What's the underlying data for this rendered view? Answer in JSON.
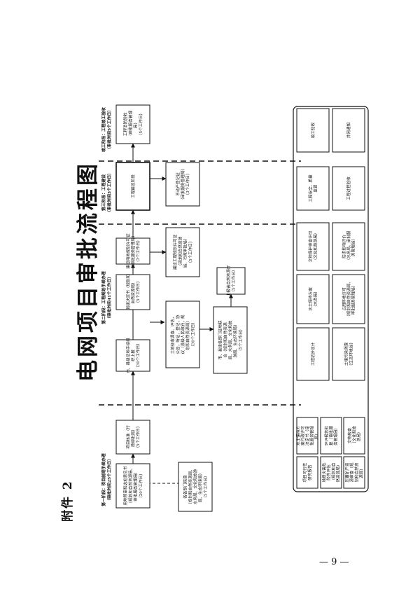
{
  "page": {
    "attachment_label": "附件 2",
    "title": "电网项目审批流程图",
    "page_number": "— 9 —"
  },
  "stages": [
    {
      "id": "s1",
      "lines": [
        "第一阶段：项目前期手续办理",
        "（审批时间25个工作日）"
      ]
    },
    {
      "id": "s2",
      "lines": [
        "第二阶段：工程规划手续办理",
        "（审批时间41个工作日）"
      ]
    },
    {
      "id": "s3",
      "lines": [
        "第三阶段：工程建设",
        "（审批时间3个工作日）"
      ]
    },
    {
      "id": "s4",
      "lines": [
        "竣工阶段：工程竣工验收",
        "（审批时间5个工作日）"
      ]
    }
  ],
  "nodes": [
    {
      "id": "n1",
      "lines": [
        "用地预审和选址意见书",
        "（规划和自然资源局、",
        "审批服务管理局）",
        "（20个工作日）"
      ]
    },
    {
      "id": "n2",
      "lines": [
        "项目核准（行",
        "政审批局）",
        "（5个工作日）"
      ]
    },
    {
      "id": "n3",
      "lines": [
        "各各部门核查",
        "（规划和自然资源局、",
        "水务局、文化和旅游",
        "局、生态环境局）",
        "（5个工作日）"
      ]
    },
    {
      "id": "n4",
      "lines": [
        "市、县级征地手续组",
        "织上报",
        "（30个工作日）"
      ]
    },
    {
      "id": "n5",
      "lines": [
        "土地征收调查、评估，",
        "公告，听证，登记，协",
        "议（县级人民政府，规",
        "划和自然资源局）",
        "（30个工作日）"
      ]
    },
    {
      "id": "n6",
      "lines": [
        "市、县级各部门征地联",
        "合（规划和自然资源",
        "局、水务局、文化和旅",
        "游局、生态环境局）",
        "（5个工作日）"
      ]
    },
    {
      "id": "n7",
      "lines": [
        "上报省自然资源厅",
        "（5个工作日）"
      ]
    },
    {
      "id": "n8",
      "lines": [
        "划拨决定书（规划和",
        "自然资源局）",
        "（5个工作日）"
      ]
    },
    {
      "id": "n9",
      "lines": [
        "建设用地规划许可证",
        "（审批服务管理局）",
        "（3个工作日）"
      ]
    },
    {
      "id": "n10",
      "lines": [
        "建设工程规划许可证",
        "（规划和自然资源",
        "局、行政审批局）",
        "（5个工作日）"
      ]
    },
    {
      "id": "n11",
      "lines": [
        "工程建设阶段"
      ]
    },
    {
      "id": "n12",
      "lines": [
        "不动产登记证",
        "（审批服务管理局）",
        "（3个工作日）"
      ]
    },
    {
      "id": "n13",
      "lines": [
        "工程消防验收",
        "（审批服务管理",
        "局）",
        "（5个工作日）"
      ]
    }
  ],
  "parallel_items": [
    {
      "id": "p1",
      "lines": [
        "项目可行性",
        "研究报告"
      ]
    },
    {
      "id": "p2",
      "lines": [
        "地质灾害危",
        "险性评估",
        "（规划和自",
        "然资源局）"
      ]
    },
    {
      "id": "p3",
      "lines": [
        "压覆矿产资",
        "源审查（规",
        "划和自然资",
        "源局）"
      ]
    },
    {
      "id": "p4",
      "lines": [
        "水土保持方",
        "案行政许可",
        "决定书（审",
        "批服务管理",
        "局）"
      ]
    },
    {
      "id": "p5",
      "lines": [
        "环评报告批",
        "复（审批服",
        "务管理局）"
      ]
    },
    {
      "id": "p6",
      "lines": [
        "文物核查",
        "（文化和旅",
        "游局）"
      ]
    },
    {
      "id": "p7",
      "lines": [
        "工程初步设计"
      ]
    },
    {
      "id": "p8",
      "lines": [
        "水土保持方案",
        "（水务局）"
      ]
    },
    {
      "id": "p9",
      "lines": [
        "文物保护审查许可",
        "（文化和旅游局）"
      ]
    },
    {
      "id": "p10",
      "lines": [
        "土壤污染调查",
        "（生态环境局）"
      ]
    },
    {
      "id": "p11",
      "lines": [
        "占用林地许可",
        "（规划和自然资源局、",
        "审批服务管理局）"
      ]
    },
    {
      "id": "p12",
      "lines": [
        "防洪影响评价",
        "（水务局、审批服",
        "务管理局）"
      ]
    },
    {
      "id": "p13",
      "lines": [
        "工程安全、质量",
        "监督"
      ]
    },
    {
      "id": "p14",
      "lines": [
        "竣工验收"
      ]
    },
    {
      "id": "p15",
      "lines": [
        "工程过程验收"
      ]
    },
    {
      "id": "p16",
      "lines": [
        "并网通知"
      ]
    }
  ]
}
